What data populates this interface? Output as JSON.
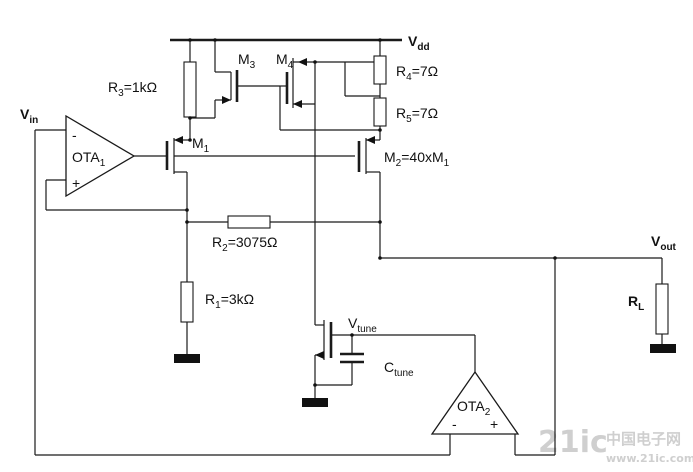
{
  "labels": {
    "vdd": {
      "main": "V",
      "sub": "dd"
    },
    "vin": {
      "main": "V",
      "sub": "in"
    },
    "vout": {
      "main": "V",
      "sub": "out"
    },
    "rl": {
      "main": "R",
      "sub": "L"
    },
    "m3": {
      "main": "M",
      "sub": "3"
    },
    "m4": {
      "main": "M",
      "sub": "4"
    },
    "m1": {
      "main": "M",
      "sub": "1"
    },
    "r3": {
      "main": "R",
      "sub": "3",
      "rest": "=1kΩ"
    },
    "r4": {
      "main": "R",
      "sub": "4",
      "rest": "=7Ω"
    },
    "r5": {
      "main": "R",
      "sub": "5",
      "rest": "=7Ω"
    },
    "m2": {
      "main": "M",
      "sub": "2",
      "rest": "=40xM",
      "sub2": "1"
    },
    "r2": {
      "main": "R",
      "sub": "2",
      "rest": "=3075Ω"
    },
    "r1": {
      "main": "R",
      "sub": "1",
      "rest": "=3kΩ"
    },
    "vtune": {
      "main": "V",
      "sub": "tune"
    },
    "ctune": {
      "main": "C",
      "sub": "tune"
    },
    "ota1": {
      "main": "OTA",
      "sub": "1",
      "minus": "-",
      "plus": "+"
    },
    "ota2": {
      "main": "OTA",
      "sub": "2",
      "minus": "-",
      "plus": "+"
    }
  },
  "watermark": {
    "main": "21ic",
    "cn": "中国电子网",
    "url": "www.21ic.com"
  }
}
